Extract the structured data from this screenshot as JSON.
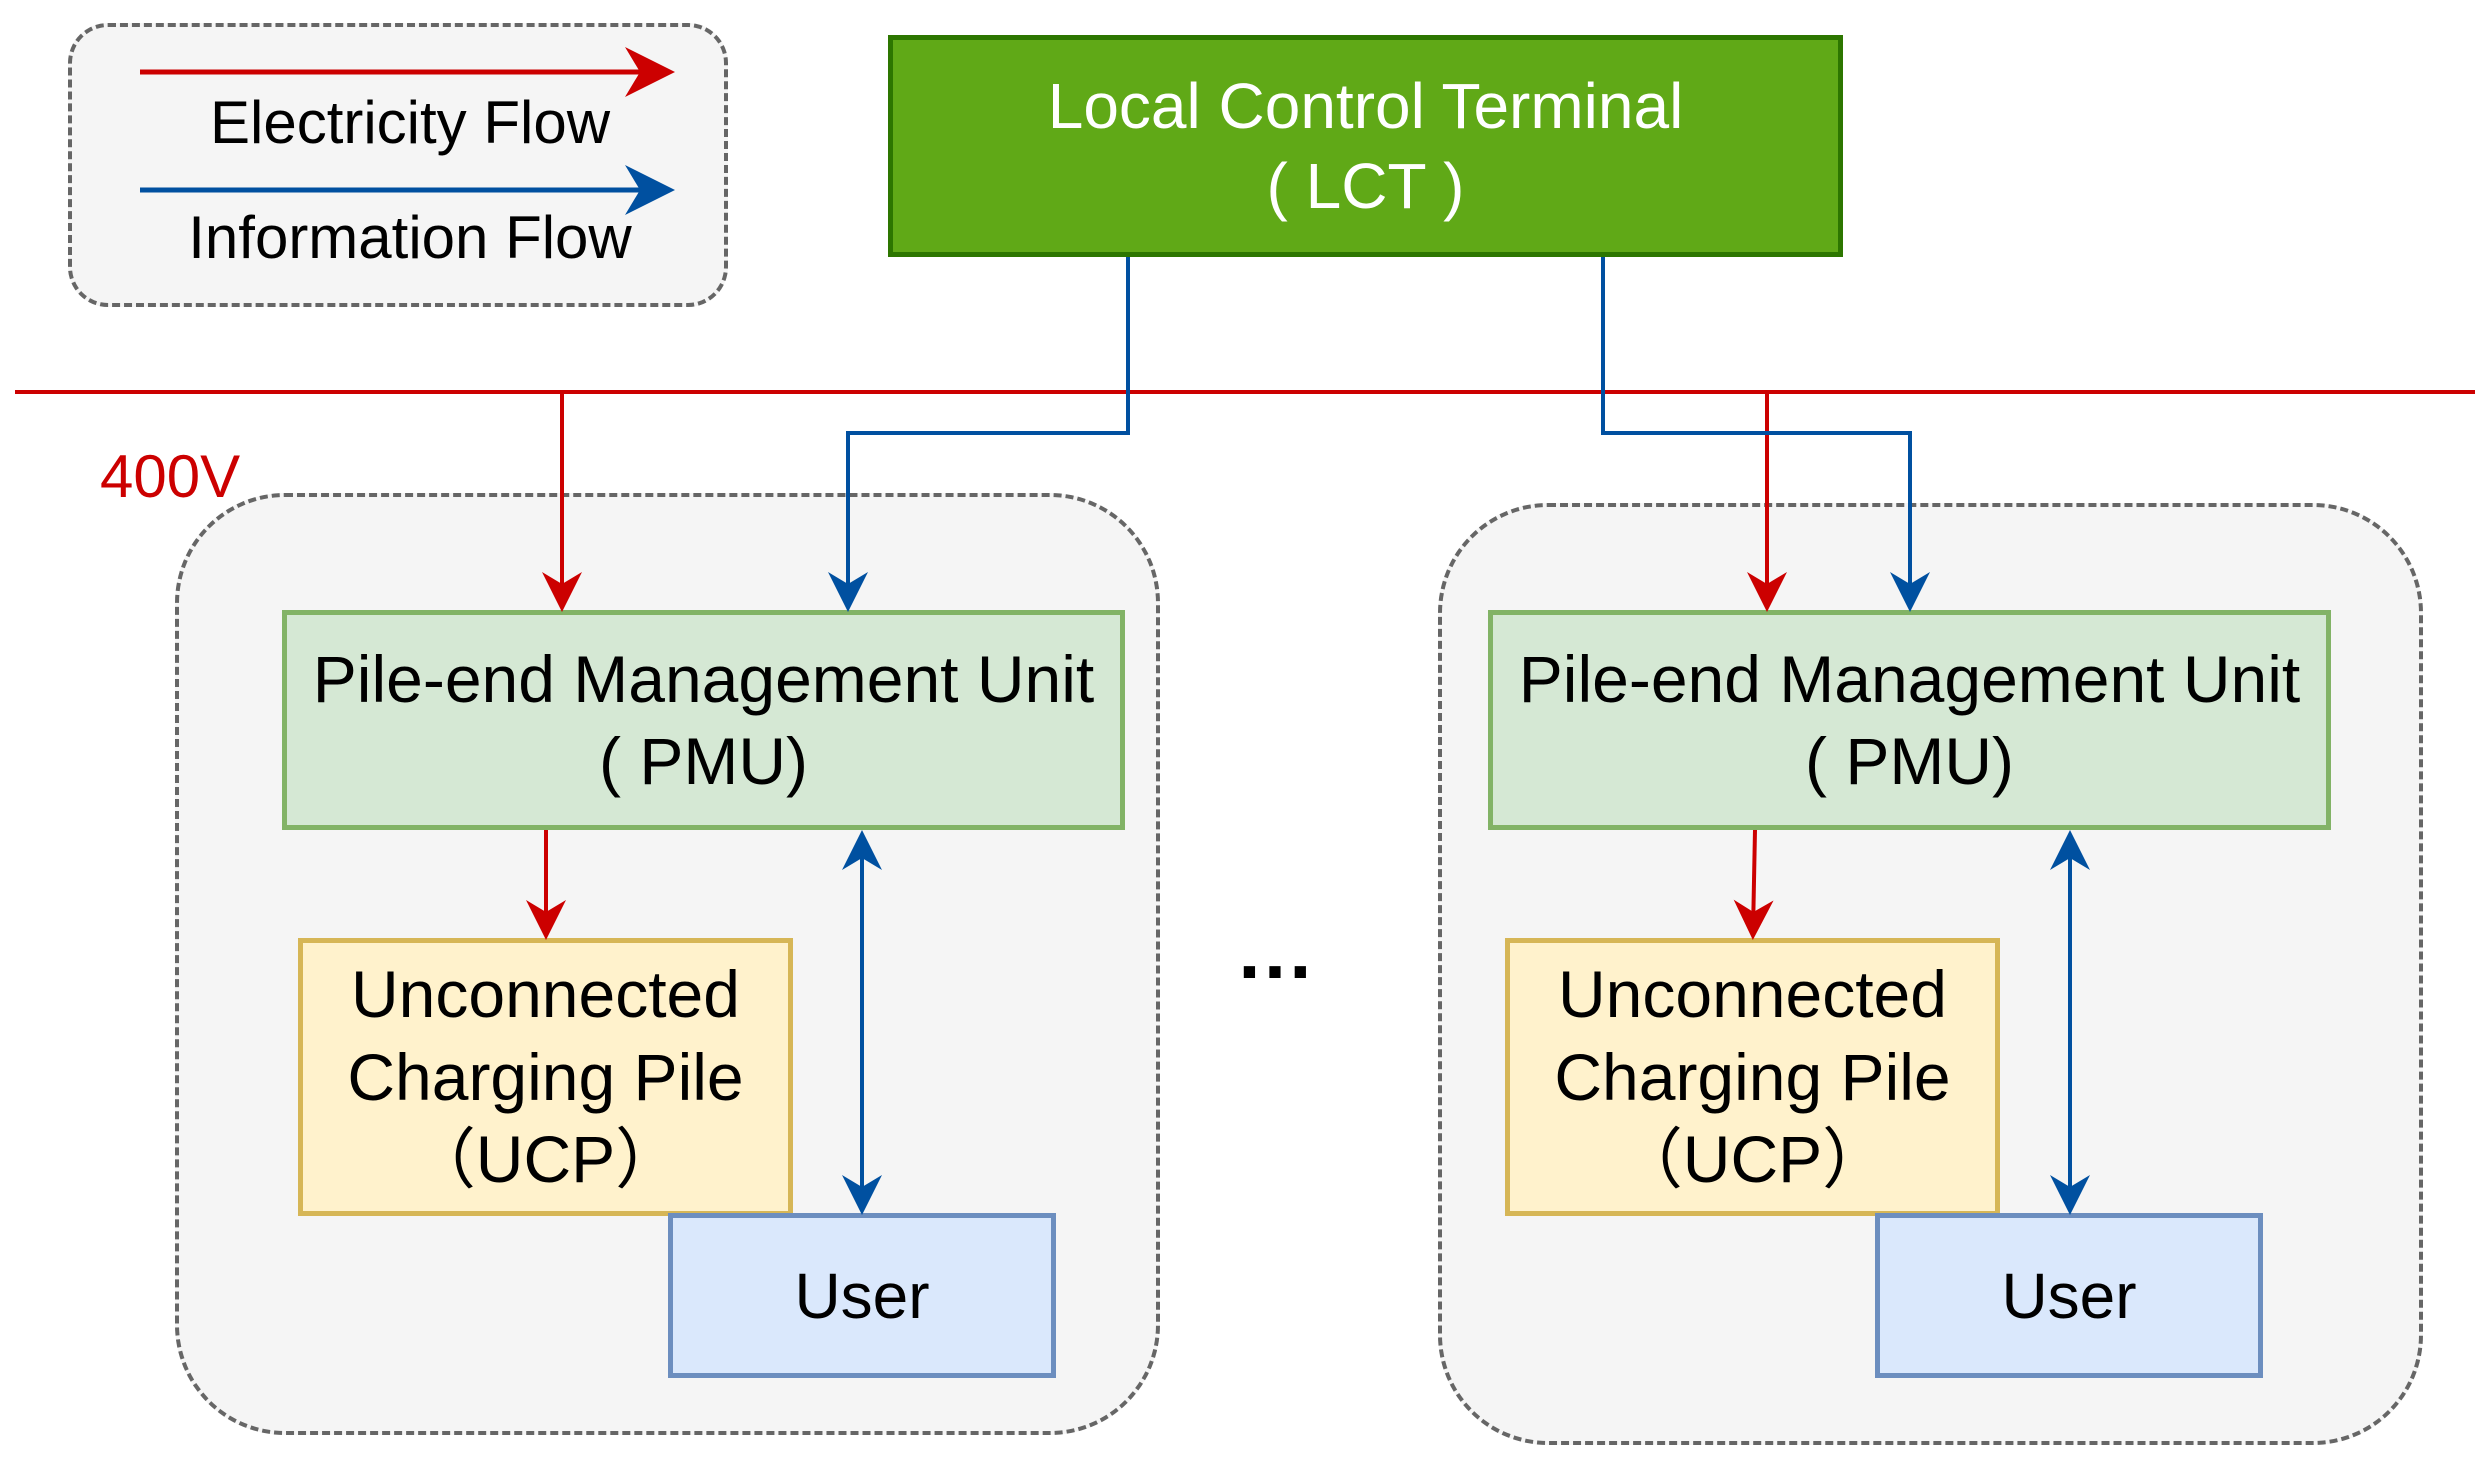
{
  "legend": {
    "electricity_label": "Electricity Flow",
    "information_label": "Information Flow",
    "electricity_color": "#cc0000",
    "information_color": "#0050a0"
  },
  "bus": {
    "voltage_label": "400V"
  },
  "lct": {
    "line1": "Local Control Terminal",
    "line2": "( LCT )"
  },
  "groups": [
    {
      "pmu": {
        "line1": "Pile-end Management Unit",
        "line2": "( PMU)"
      },
      "ucp": {
        "line1": "Unconnected",
        "line2": "Charging Pile",
        "line3": "（UCP）"
      },
      "user": {
        "label": "User"
      }
    },
    {
      "pmu": {
        "line1": "Pile-end Management Unit",
        "line2": "( PMU)"
      },
      "ucp": {
        "line1": "Unconnected",
        "line2": "Charging Pile",
        "line3": "（UCP）"
      },
      "user": {
        "label": "User"
      }
    }
  ],
  "ellipsis": "…"
}
